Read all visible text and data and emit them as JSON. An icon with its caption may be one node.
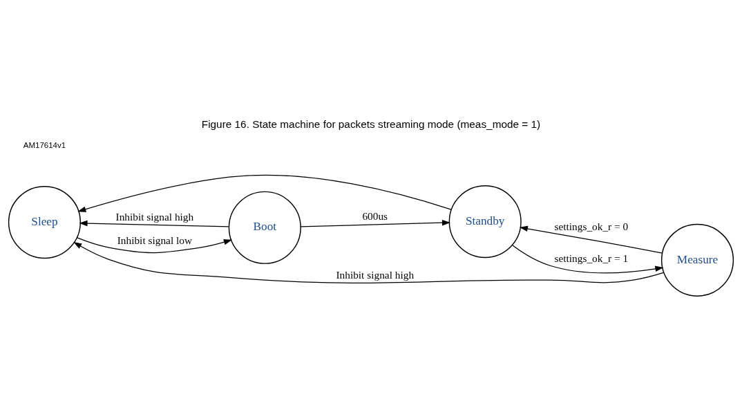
{
  "diagram": {
    "title": "Figure 16. State machine for packets streaming mode (meas_mode = 1)",
    "nodes": [
      {
        "text": [
          "Sleep"
        ]
      },
      {
        "text": [
          "Boot"
        ]
      },
      {
        "text": [
          "Measure"
        ]
      },
      {
        "text": [
          "Standby"
        ]
      }
    ],
    "edges": [
      {
        "from": 0,
        "to": 1,
        "arrow": "to",
        "label": "Inhibit signal low"
      },
      {
        "from": 1,
        "to": 0,
        "arrow": "to",
        "label": "Inhibit signal high"
      },
      {
        "from": 1,
        "to": 3,
        "arrow": "to",
        "label": "600us"
      },
      {
        "from": 3,
        "to": 0,
        "arrow": "to"
      },
      {
        "from": 2,
        "to": 0,
        "arrow": "to",
        "label": "Inhibit signal high"
      },
      {
        "from": 2,
        "to": 3,
        "arrow": "to",
        "label": "settings_ok_r = 0"
      },
      {
        "from": 3,
        "to": 2,
        "arrow": "to",
        "label": "settings_ok_r = 1"
      }
    ],
    "labels": [
      "AM17614v1"
    ]
  }
}
